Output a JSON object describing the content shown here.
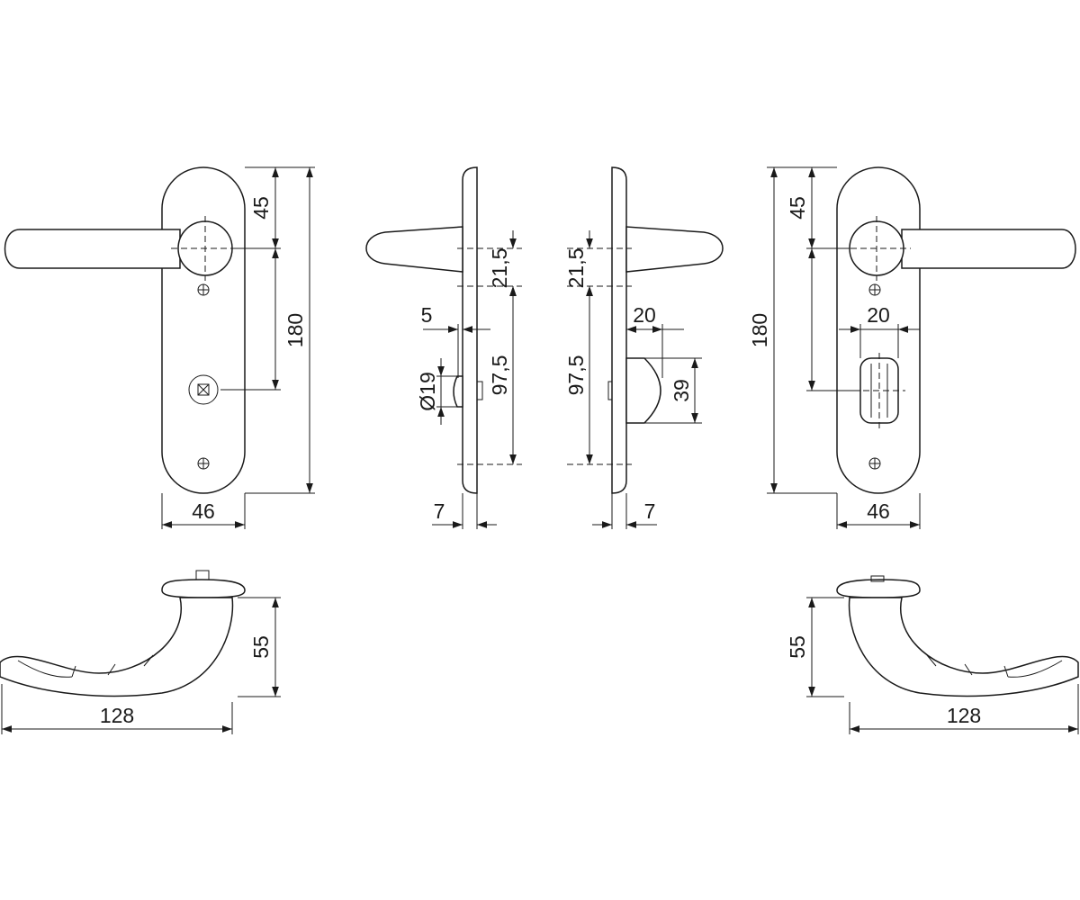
{
  "dimensions": {
    "left_front_top": "45",
    "left_front_total_height": "180",
    "left_front_width": "46",
    "left_side_spacing_top": "21,5",
    "left_side_spacing_main": "97,5",
    "left_side_knob_offset": "5",
    "left_side_knob_diameter": "Ø19",
    "left_side_thickness": "7",
    "right_side_spacing_top": "21,5",
    "right_side_spacing_main": "97,5",
    "right_side_turn_width": "20",
    "right_side_turn_height": "39",
    "right_side_thickness": "7",
    "right_front_top": "45",
    "right_front_total_height": "180",
    "right_front_turn_width": "20",
    "right_front_width": "46",
    "left_top_view_height": "55",
    "left_top_view_length": "128",
    "right_top_view_height": "55",
    "right_top_view_length": "128"
  }
}
